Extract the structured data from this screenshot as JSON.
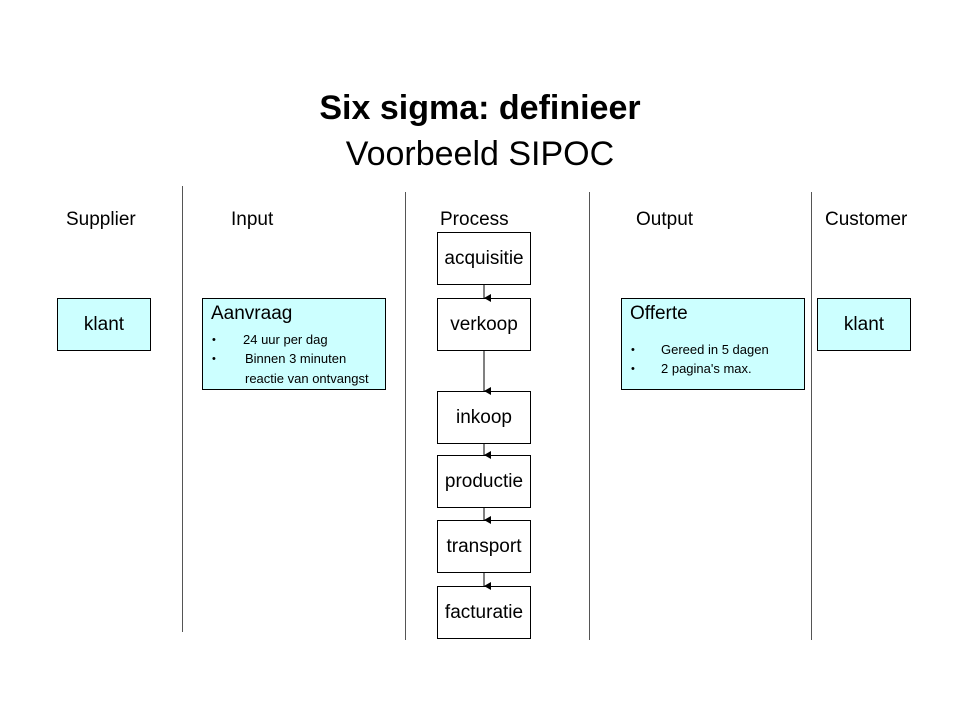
{
  "title": {
    "main": "Six sigma: definieer",
    "sub": "Voorbeeld SIPOC"
  },
  "columns": {
    "supplier": "Supplier",
    "input": "Input",
    "process": "Process",
    "output": "Output",
    "customer": "Customer"
  },
  "supplier_box": {
    "label": "klant"
  },
  "input_box": {
    "title": "Aanvraag",
    "bullets": [
      "24 uur per dag",
      "Binnen 3 minuten",
      "reactie van ontvangst"
    ]
  },
  "process_steps": [
    "acquisitie",
    "verkoop",
    "inkoop",
    "productie",
    "transport",
    "facturatie"
  ],
  "output_box": {
    "title": "Offerte",
    "bullets": [
      "Gereed in 5 dagen",
      "2 pagina's max."
    ]
  },
  "customer_box": {
    "label": "klant"
  },
  "colors": {
    "highlight_box": "#ccffff",
    "divider": "#555555"
  }
}
